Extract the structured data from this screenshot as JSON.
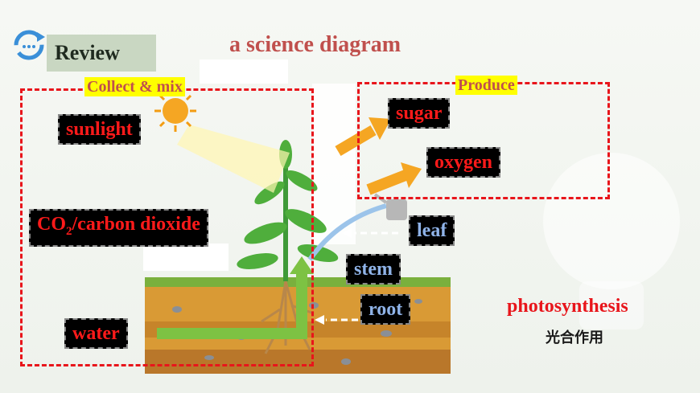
{
  "header": {
    "review_label": "Review",
    "title": "a science diagram"
  },
  "inputs_box": {
    "label": "Collect & mix",
    "items": {
      "sunlight": "sunlight",
      "co2_prefix": "CO",
      "co2_sub": "2",
      "co2_suffix": "/carbon dioxide",
      "water": "water"
    }
  },
  "outputs_box": {
    "label": "Produce",
    "items": {
      "sugar": "sugar",
      "oxygen": "oxygen"
    }
  },
  "plant_parts": {
    "leaf": "leaf",
    "stem": "stem",
    "root": "root"
  },
  "footer": {
    "term": "photosynthesis",
    "term_cn": "光合作用"
  },
  "colors": {
    "accent_red": "#e8151b",
    "label_yellow": "#ffff00",
    "arrow_orange": "#f5a623",
    "arrow_green": "#7dc243"
  },
  "icons": [
    "refresh-icon",
    "sun-icon",
    "plant-icon",
    "watering-can-icon",
    "lightbulb-icon"
  ]
}
